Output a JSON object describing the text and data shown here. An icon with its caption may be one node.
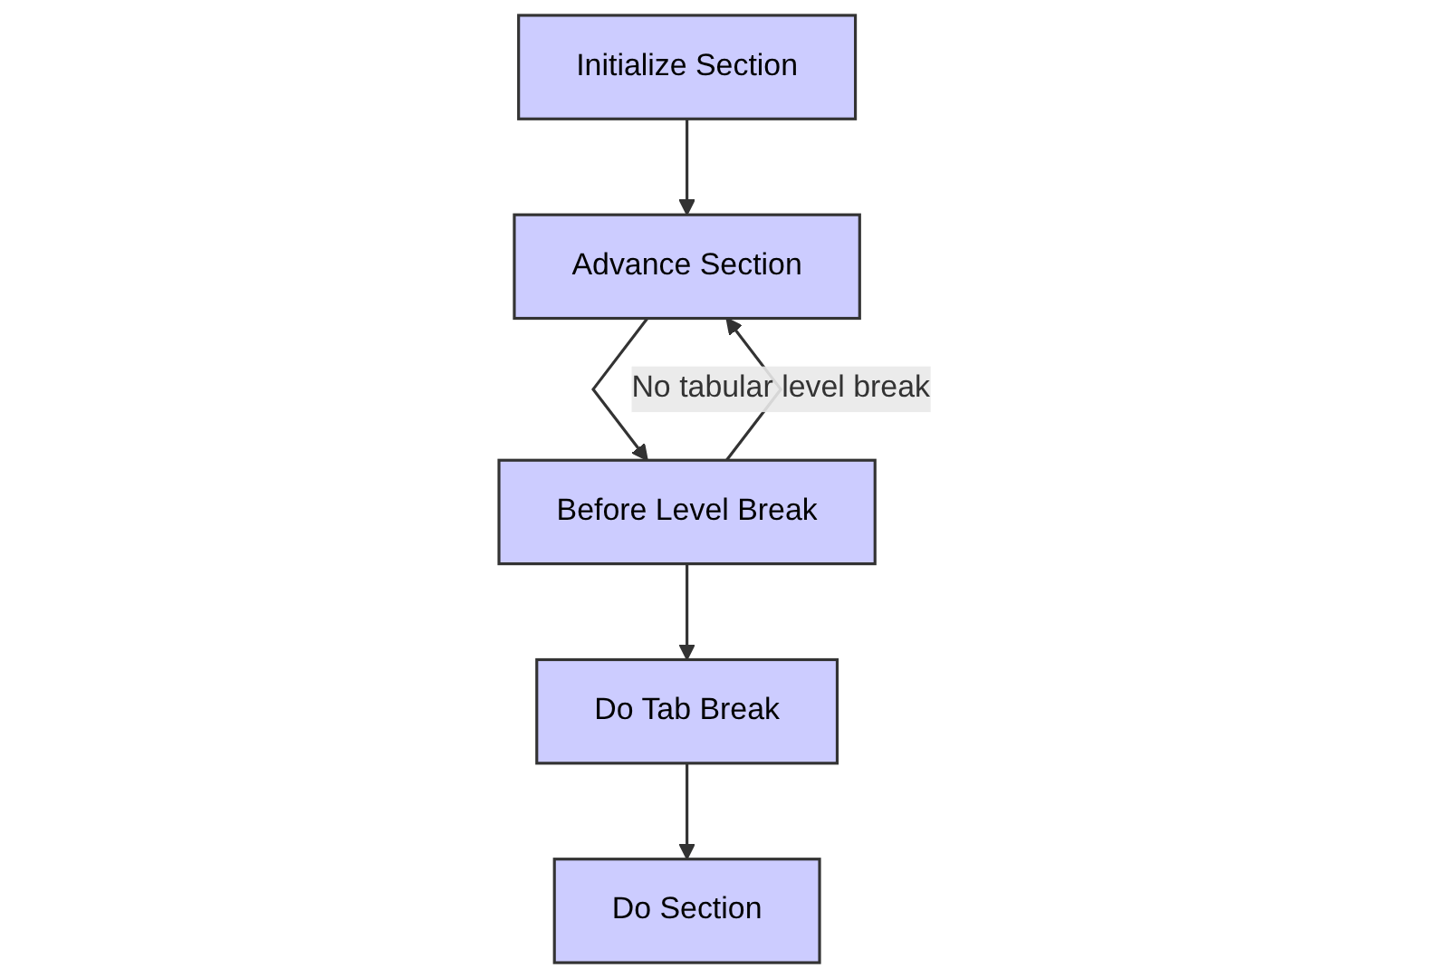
{
  "diagram": {
    "nodes": [
      {
        "text": [
          "Initialize Section"
        ]
      },
      {
        "text": [
          "Advance Section"
        ]
      },
      {
        "text": [
          "Before Level Break"
        ]
      },
      {
        "text": [
          "Do Tab Break"
        ]
      },
      {
        "text": [
          "Do Section"
        ]
      }
    ],
    "edges": [
      {
        "from": 0,
        "to": 1,
        "arrow": "to"
      },
      {
        "from": 1,
        "to": 2,
        "arrow": "to"
      },
      {
        "from": 2,
        "to": 1,
        "arrow": "to",
        "label": "No tabular level break"
      },
      {
        "from": 2,
        "to": 3,
        "arrow": "to"
      },
      {
        "from": 3,
        "to": 4,
        "arrow": "to"
      }
    ]
  }
}
